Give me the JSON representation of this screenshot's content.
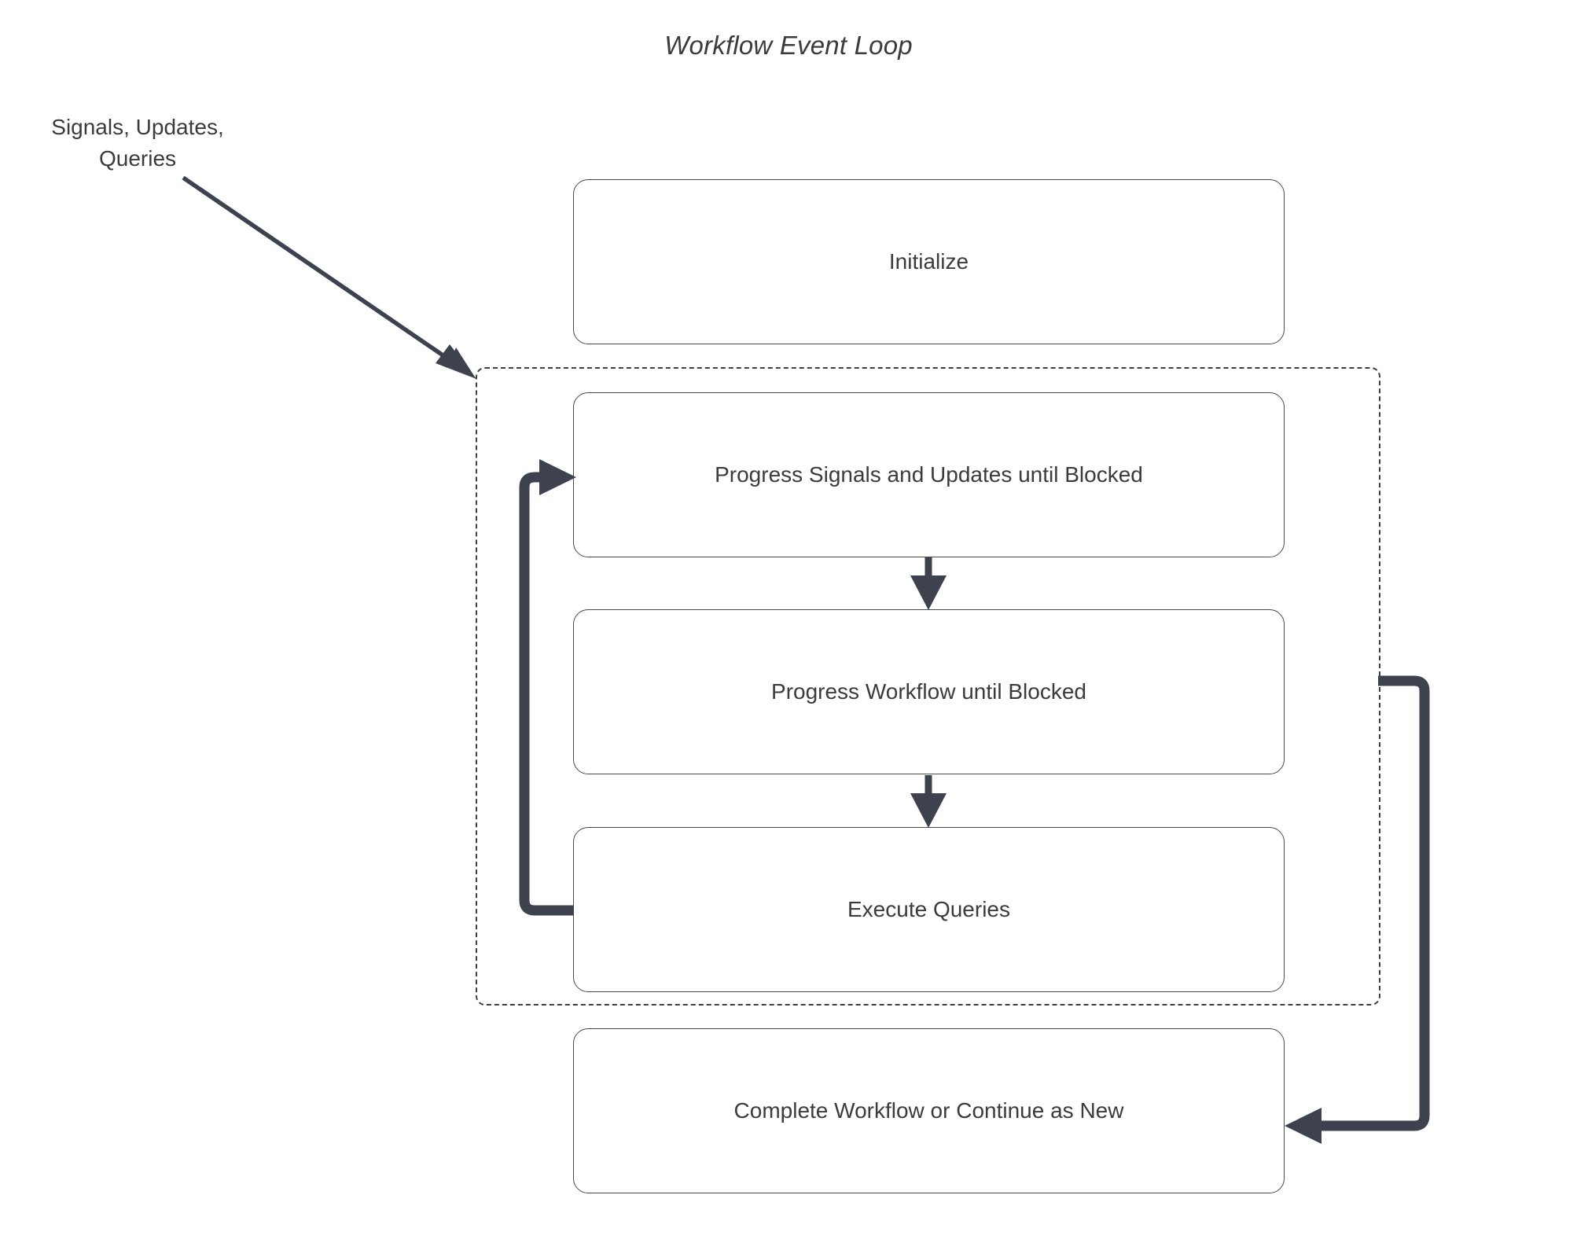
{
  "title": "Workflow Event Loop",
  "external_input": {
    "label": "Signals, Updates,\nQueries"
  },
  "nodes": [
    {
      "id": "initialize",
      "label": "Initialize"
    },
    {
      "id": "progress-signals",
      "label": "Progress Signals and Updates until Blocked"
    },
    {
      "id": "progress-workflow",
      "label": "Progress Workflow until Blocked"
    },
    {
      "id": "execute-queries",
      "label": "Execute Queries"
    },
    {
      "id": "complete",
      "label": "Complete Workflow or Continue as New"
    }
  ],
  "loop_container": {
    "style": "dashed",
    "label": ""
  },
  "edges": [
    {
      "id": "external-to-loop",
      "from": "Signals, Updates, Queries",
      "to": "loop-container",
      "style": "solid-arrow"
    },
    {
      "id": "signals-to-workflow",
      "from": "Progress Signals and Updates until Blocked",
      "to": "Progress Workflow until Blocked",
      "style": "solid-arrow"
    },
    {
      "id": "workflow-to-queries",
      "from": "Progress Workflow until Blocked",
      "to": "Execute Queries",
      "style": "solid-arrow"
    },
    {
      "id": "queries-back-to-signals",
      "from": "Execute Queries",
      "to": "Progress Signals and Updates until Blocked",
      "style": "thick-loopback-arrow"
    },
    {
      "id": "loop-to-complete",
      "from": "loop-container",
      "to": "Complete Workflow or Continue as New",
      "style": "thick-arrow"
    }
  ],
  "colors": {
    "stroke": "#3d424e",
    "box_border": "#4a4a4a",
    "text": "#3b3b3b",
    "background": "#ffffff"
  }
}
